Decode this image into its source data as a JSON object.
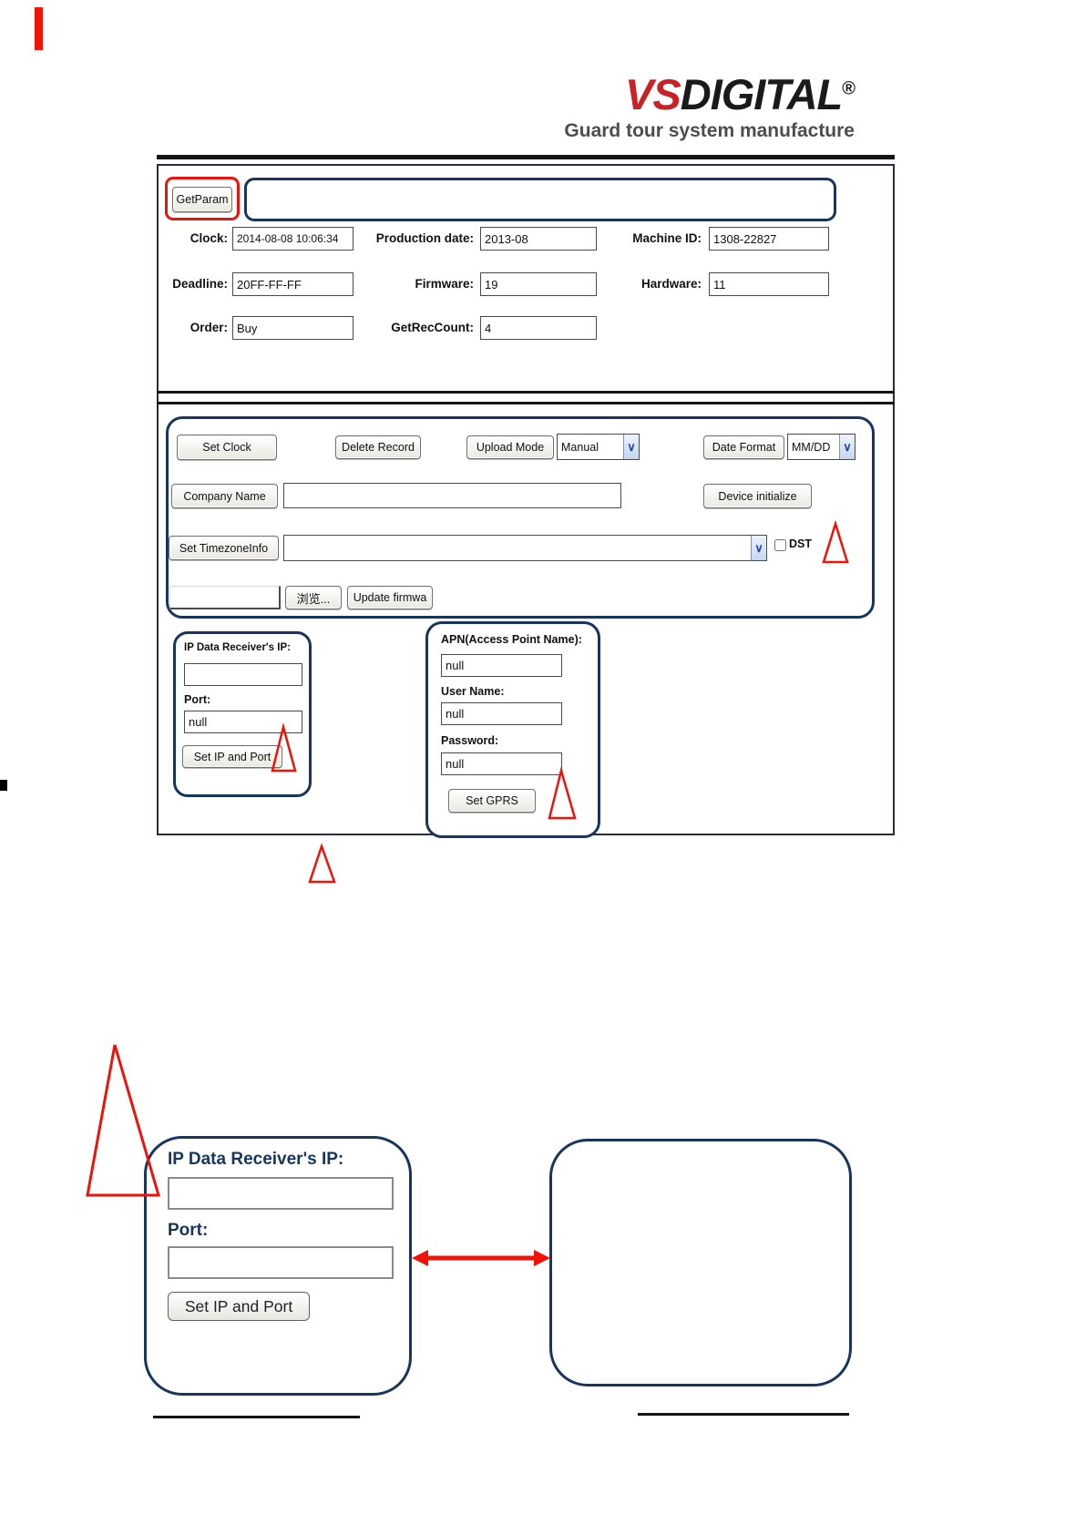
{
  "logo": {
    "brand_vs": "VS",
    "brand_digital": "DIGITAL",
    "registered": "®",
    "tagline": "Guard tour system manufacture"
  },
  "param_panel": {
    "get_param_button": "GetParam",
    "fields": [
      {
        "label": "Clock:",
        "value": "2014-08-08 10:06:34"
      },
      {
        "label": "Production date:",
        "value": "2013-08"
      },
      {
        "label": "Machine ID:",
        "value": "1308-22827"
      },
      {
        "label": "Deadline:",
        "value": "20FF-FF-FF"
      },
      {
        "label": "Firmware:",
        "value": "19"
      },
      {
        "label": "Hardware:",
        "value": "11"
      },
      {
        "label": "Order:",
        "value": "Buy"
      },
      {
        "label": "GetRecCount:",
        "value": "4"
      }
    ]
  },
  "settings_panel": {
    "set_clock_button": "Set Clock",
    "delete_record_button": "Delete Record",
    "upload_mode_button": "Upload Mode",
    "upload_mode_value": "Manual",
    "date_format_button": "Date Format",
    "date_format_value": "MM/DD",
    "company_name_button": "Company Name",
    "company_name_value": "",
    "device_initialize_button": "Device initialize",
    "set_timezone_button": "Set TimezoneInfo",
    "timezone_value": "",
    "dst_label": "DST",
    "firmware_path_value": "",
    "browse_button": "浏览...",
    "update_firmware_button": "Update firmwa",
    "dropdown_arrow_glyph": "∨"
  },
  "ip_panel": {
    "title": "IP Data Receiver's IP:",
    "ip_value": "",
    "port_label": "Port:",
    "port_value": "null",
    "set_button": "Set IP and Port"
  },
  "gprs_panel": {
    "apn_label": "APN(Access Point Name):",
    "apn_value": "null",
    "user_label": "User Name:",
    "user_value": "null",
    "password_label": "Password:",
    "password_value": "null",
    "set_button": "Set GPRS"
  },
  "zoom_detail": {
    "title": "IP Data Receiver's IP:",
    "ip_value": "",
    "port_label": "Port:",
    "port_value": "",
    "set_button": "Set IP and Port"
  },
  "colors": {
    "annotation_red": "#ee1209",
    "panel_border_navy": "#16365f",
    "brand_red": "#cb2026"
  }
}
